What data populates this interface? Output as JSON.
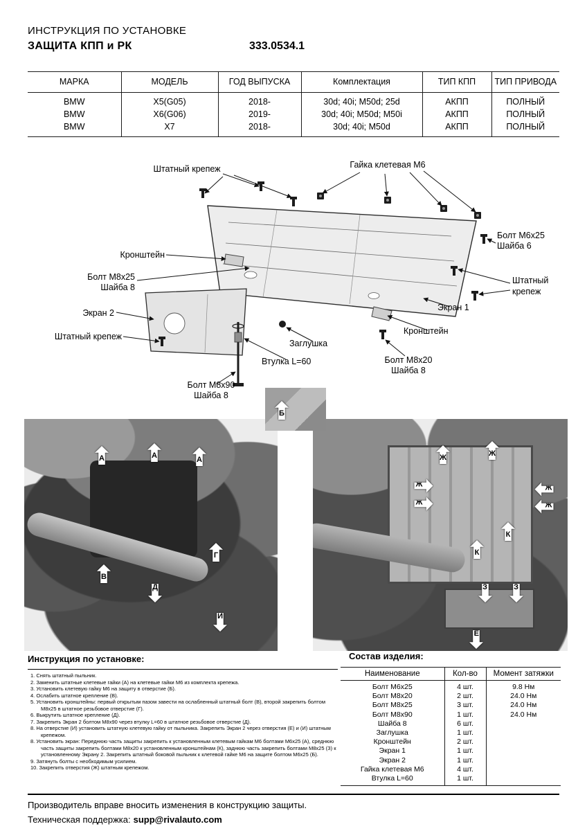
{
  "header": {
    "title": "ИНСТРУКЦИЯ ПО УСТАНОВКЕ",
    "subtitle": "ЗАЩИТА КПП и РК",
    "part_number": "333.0534.1"
  },
  "fitment": {
    "headers": [
      "МАРКА",
      "МОДЕЛЬ",
      "ГОД ВЫПУСКА",
      "Комплектация",
      "ТИП КПП",
      "ТИП ПРИВОДА"
    ],
    "rows": [
      [
        "BMW",
        "X5(G05)",
        "2018-",
        "30d; 40i; M50d; 25d",
        "АКПП",
        "ПОЛНЫЙ"
      ],
      [
        "BMW",
        "X6(G06)",
        "2019-",
        "30d; 40i; M50d; M50i",
        "АКПП",
        "ПОЛНЫЙ"
      ],
      [
        "BMW",
        "X7",
        "2018-",
        "30d; 40i; M50d",
        "АКПП",
        "ПОЛНЫЙ"
      ]
    ]
  },
  "diagram": {
    "labels": {
      "standard_fastener_top": "Штатный крепеж",
      "cage_nut": "Гайка клетевая М6",
      "bracket_left": "Кронштейн",
      "bolt_m8x25": "Болт М8х25",
      "washer_8_left": "Шайба 8",
      "screen_2": "Экран 2",
      "standard_fastener_left": "Штатный крепеж",
      "bolt_m6x25": "Болт М6х25",
      "washer_6": "Шайба 6",
      "standard_fastener_right": "Штатный крепеж",
      "screen_1": "Экран 1",
      "bracket_right": "Кронштейн",
      "plug": "Заглушка",
      "bolt_m8x20": "Болт М8х20",
      "washer_8_right": "Шайба 8",
      "sleeve": "Втулка L=60",
      "bolt_m8x90": "Болт М8х90",
      "washer_8_bottom": "Шайба 8"
    },
    "fragment_marker": "Б"
  },
  "photos": {
    "left_markers": [
      {
        "letter": "А"
      },
      {
        "letter": "А"
      },
      {
        "letter": "А"
      },
      {
        "letter": "Г"
      },
      {
        "letter": "В"
      },
      {
        "letter": "Д"
      },
      {
        "letter": "И"
      }
    ],
    "right_markers": [
      {
        "letter": "Ж"
      },
      {
        "letter": "Ж"
      },
      {
        "letter": "Ж"
      },
      {
        "letter": "Ж"
      },
      {
        "letter": "Ж"
      },
      {
        "letter": "Ж"
      },
      {
        "letter": "К"
      },
      {
        "letter": "К"
      },
      {
        "letter": "З"
      },
      {
        "letter": "З"
      },
      {
        "letter": "Е"
      }
    ]
  },
  "instructions": {
    "title": "Инструкция по установке:",
    "items": [
      {
        "num": "1.",
        "text": "Снять штатный пыльник."
      },
      {
        "num": "2.",
        "text": "Заменить штатные клетевые гайки (А) на клетевые гайки М6 из комплекта крепежа."
      },
      {
        "num": "3.",
        "text": "Установить клетевую гайку М6 на защиту в отверстие (Б)."
      },
      {
        "num": "4.",
        "text": "Ослабить штатное крепление (В)."
      },
      {
        "num": "5.",
        "text": "Установить кронштейны: первый открытым пазом завести на ослабленный штатный болт (В), второй закрепить болтом М8х25 в штатное резьбовое отверстие (Г)."
      },
      {
        "num": "6.",
        "text": "Выкрутить штатное крепление (Д)."
      },
      {
        "num": "7.",
        "text": "Закрепить Экран 2 болтом М8х90 через втулку L=60 в штатное резьбовое отверстие (Д)."
      },
      {
        "num": "8.",
        "text": "На отверстие (И) установить штатную клетевую гайку от пыльника. Закрепить Экран 2 через отверстия (Е) и (И) штатным крепежом."
      },
      {
        "num": "8.",
        "text": "Установить экран: Переднюю часть защиты закрепить к установленным клетевым гайкам М6 болтами М6х25 (А), среднюю часть защиты закрепить болтами М8х20 к установленным кронштейнам (К), заднюю часть закрепить болтами М8х25 (З) к установленному Экрану 2. Закрепить штатный боковой пыльник к клетевой гайке М6 на защите болтом М6х25 (Б)."
      },
      {
        "num": "9.",
        "text": "Затянуть болты с необходимым усилием."
      },
      {
        "num": "10.",
        "text": "Закрепить отверстия (Ж) штатным крепежом."
      }
    ]
  },
  "composition": {
    "title": "Состав изделия:",
    "headers": [
      "Наименование",
      "Кол-во",
      "Момент затяжки"
    ],
    "rows": [
      {
        "name": "Болт М6х25",
        "qty": "4 шт.",
        "torque": "9.8 Нм"
      },
      {
        "name": "Болт М8х20",
        "qty": "2 шт.",
        "torque": "24.0 Нм"
      },
      {
        "name": "Болт М8х25",
        "qty": "3 шт.",
        "torque": "24.0 Нм"
      },
      {
        "name": "Болт М8х90",
        "qty": "1 шт.",
        "torque": "24.0 Нм"
      },
      {
        "name": "Шайба 8",
        "qty": "6 шт.",
        "torque": ""
      },
      {
        "name": "Заглушка",
        "qty": "1 шт.",
        "torque": ""
      },
      {
        "name": "Кронштейн",
        "qty": "2 шт.",
        "torque": ""
      },
      {
        "name": "Экран 1",
        "qty": "1 шт.",
        "torque": ""
      },
      {
        "name": "Экран 2",
        "qty": "1 шт.",
        "torque": ""
      },
      {
        "name": "Гайка клетевая М6",
        "qty": "4 шт.",
        "torque": ""
      },
      {
        "name": "Втулка L=60",
        "qty": "1 шт.",
        "torque": ""
      }
    ]
  },
  "footer": {
    "note": "Производитель вправе вносить изменения в конструкцию защиты.",
    "support_label": "Техническая поддержка:",
    "support_email": "supp@rivalauto.com"
  }
}
